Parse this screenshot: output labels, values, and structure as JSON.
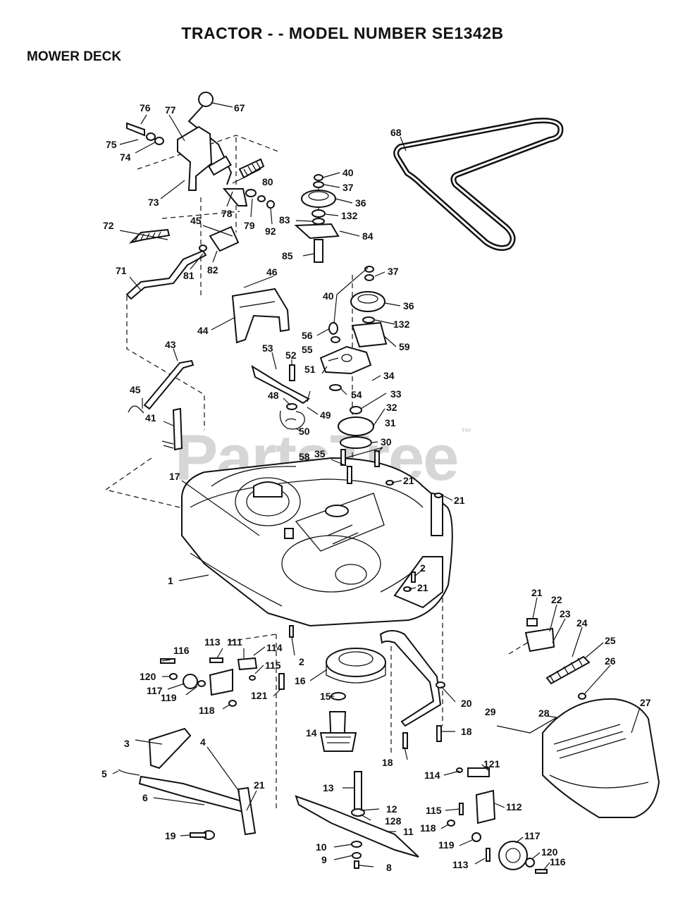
{
  "header": {
    "title": "TRACTOR - - MODEL NUMBER SE1342B",
    "subtitle": "MOWER DECK"
  },
  "watermark": {
    "text": "PartsTree",
    "trademark": "™"
  },
  "callouts": [
    {
      "id": "c1",
      "label": "1"
    },
    {
      "id": "c2a",
      "label": "2"
    },
    {
      "id": "c2b",
      "label": "2"
    },
    {
      "id": "c3",
      "label": "3"
    },
    {
      "id": "c4",
      "label": "4"
    },
    {
      "id": "c5",
      "label": "5"
    },
    {
      "id": "c6",
      "label": "6"
    },
    {
      "id": "c8",
      "label": "8"
    },
    {
      "id": "c9",
      "label": "9"
    },
    {
      "id": "c10",
      "label": "10"
    },
    {
      "id": "c11",
      "label": "11"
    },
    {
      "id": "c12",
      "label": "12"
    },
    {
      "id": "c13",
      "label": "13"
    },
    {
      "id": "c14",
      "label": "14"
    },
    {
      "id": "c15",
      "label": "15"
    },
    {
      "id": "c16",
      "label": "16"
    },
    {
      "id": "c17",
      "label": "17"
    },
    {
      "id": "c18a",
      "label": "18"
    },
    {
      "id": "c18b",
      "label": "18"
    },
    {
      "id": "c19",
      "label": "19"
    },
    {
      "id": "c20",
      "label": "20"
    },
    {
      "id": "c21a",
      "label": "21"
    },
    {
      "id": "c21b",
      "label": "21"
    },
    {
      "id": "c21c",
      "label": "21"
    },
    {
      "id": "c21d",
      "label": "21"
    },
    {
      "id": "c21e",
      "label": "21"
    },
    {
      "id": "c22",
      "label": "22"
    },
    {
      "id": "c23",
      "label": "23"
    },
    {
      "id": "c24",
      "label": "24"
    },
    {
      "id": "c25",
      "label": "25"
    },
    {
      "id": "c26",
      "label": "26"
    },
    {
      "id": "c27",
      "label": "27"
    },
    {
      "id": "c28",
      "label": "28"
    },
    {
      "id": "c29",
      "label": "29"
    },
    {
      "id": "c30",
      "label": "30"
    },
    {
      "id": "c31",
      "label": "31"
    },
    {
      "id": "c32",
      "label": "32"
    },
    {
      "id": "c33",
      "label": "33"
    },
    {
      "id": "c34",
      "label": "34"
    },
    {
      "id": "c35",
      "label": "35"
    },
    {
      "id": "c36a",
      "label": "36"
    },
    {
      "id": "c36b",
      "label": "36"
    },
    {
      "id": "c37a",
      "label": "37"
    },
    {
      "id": "c37b",
      "label": "37"
    },
    {
      "id": "c40a",
      "label": "40"
    },
    {
      "id": "c40b",
      "label": "40"
    },
    {
      "id": "c41",
      "label": "41"
    },
    {
      "id": "c43",
      "label": "43"
    },
    {
      "id": "c44",
      "label": "44"
    },
    {
      "id": "c45a",
      "label": "45"
    },
    {
      "id": "c45b",
      "label": "45"
    },
    {
      "id": "c46",
      "label": "46"
    },
    {
      "id": "c48",
      "label": "48"
    },
    {
      "id": "c49",
      "label": "49"
    },
    {
      "id": "c50",
      "label": "50"
    },
    {
      "id": "c51",
      "label": "51"
    },
    {
      "id": "c52",
      "label": "52"
    },
    {
      "id": "c53",
      "label": "53"
    },
    {
      "id": "c54",
      "label": "54"
    },
    {
      "id": "c55",
      "label": "55"
    },
    {
      "id": "c56",
      "label": "56"
    },
    {
      "id": "c58",
      "label": "58"
    },
    {
      "id": "c59",
      "label": "59"
    },
    {
      "id": "c67",
      "label": "67"
    },
    {
      "id": "c68",
      "label": "68"
    },
    {
      "id": "c71",
      "label": "71"
    },
    {
      "id": "c72",
      "label": "72"
    },
    {
      "id": "c73",
      "label": "73"
    },
    {
      "id": "c74",
      "label": "74"
    },
    {
      "id": "c75",
      "label": "75"
    },
    {
      "id": "c76",
      "label": "76"
    },
    {
      "id": "c77",
      "label": "77"
    },
    {
      "id": "c78",
      "label": "78"
    },
    {
      "id": "c79",
      "label": "79"
    },
    {
      "id": "c80",
      "label": "80"
    },
    {
      "id": "c81",
      "label": "81"
    },
    {
      "id": "c82",
      "label": "82"
    },
    {
      "id": "c83",
      "label": "83"
    },
    {
      "id": "c84",
      "label": "84"
    },
    {
      "id": "c85",
      "label": "85"
    },
    {
      "id": "c92",
      "label": "92"
    },
    {
      "id": "c111",
      "label": "111"
    },
    {
      "id": "c112",
      "label": "112"
    },
    {
      "id": "c113a",
      "label": "113"
    },
    {
      "id": "c113b",
      "label": "113"
    },
    {
      "id": "c114a",
      "label": "114"
    },
    {
      "id": "c114b",
      "label": "114"
    },
    {
      "id": "c115a",
      "label": "115"
    },
    {
      "id": "c115b",
      "label": "115"
    },
    {
      "id": "c116a",
      "label": "116"
    },
    {
      "id": "c116b",
      "label": "116"
    },
    {
      "id": "c117a",
      "label": "117"
    },
    {
      "id": "c117b",
      "label": "117"
    },
    {
      "id": "c118a",
      "label": "118"
    },
    {
      "id": "c118b",
      "label": "118"
    },
    {
      "id": "c119a",
      "label": "119"
    },
    {
      "id": "c119b",
      "label": "119"
    },
    {
      "id": "c120a",
      "label": "120"
    },
    {
      "id": "c120b",
      "label": "120"
    },
    {
      "id": "c121a",
      "label": "121"
    },
    {
      "id": "c121b",
      "label": "121"
    },
    {
      "id": "c128",
      "label": "128"
    },
    {
      "id": "c132a",
      "label": "132"
    },
    {
      "id": "c132b",
      "label": "132"
    }
  ]
}
